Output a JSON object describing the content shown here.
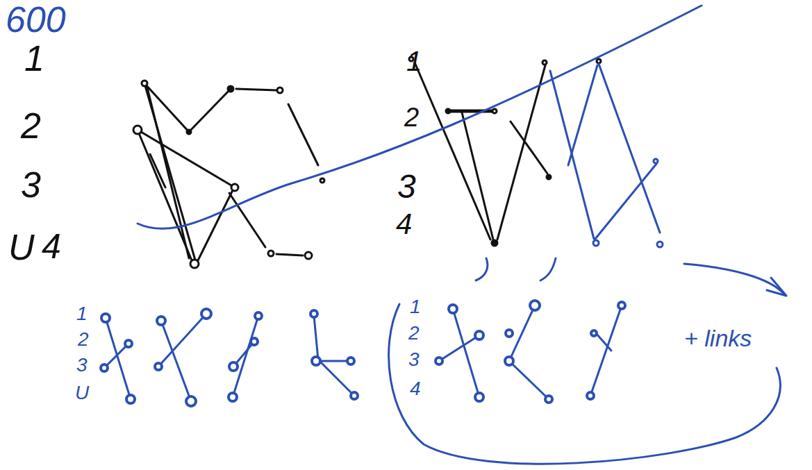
{
  "diagram": {
    "labels": [
      "600",
      "1",
      "2",
      "3",
      "U",
      "4",
      "1",
      "2",
      "3",
      "4",
      "1",
      "2",
      "3",
      "U",
      "1",
      "2",
      "3",
      "4",
      "+ links"
    ]
  }
}
